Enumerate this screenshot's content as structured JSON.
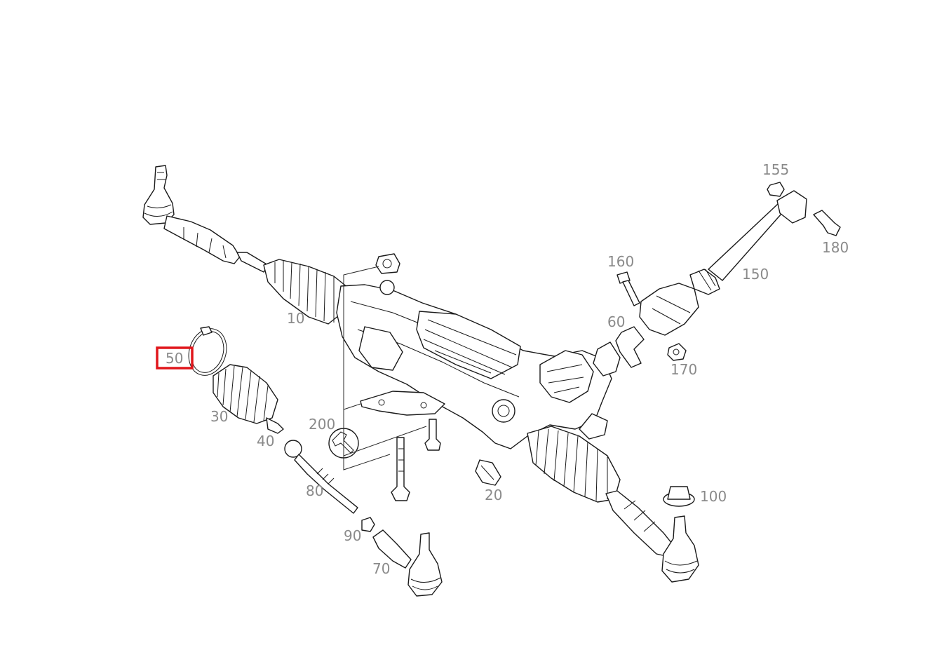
{
  "colors": {
    "label": "#8a8a8a",
    "line": "#1a1a1a",
    "highlight": "#e0161b",
    "background": "#ffffff"
  },
  "labels": {
    "p10": "10",
    "p20": "20",
    "p30": "30",
    "p40": "40",
    "p50": "50",
    "p60": "60",
    "p70": "70",
    "p80": "80",
    "p90": "90",
    "p100": "100",
    "p150": "150",
    "p155": "155",
    "p160": "160",
    "p170": "170",
    "p180": "180",
    "p200": "200"
  },
  "selected_part": "50",
  "icons": {
    "tool": "wrench-icon"
  }
}
